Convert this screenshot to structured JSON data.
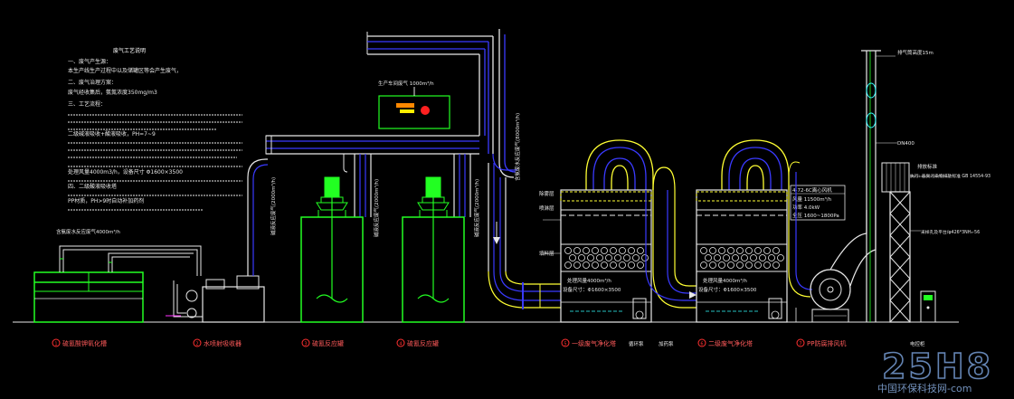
{
  "notes": {
    "title": "废气工艺说明",
    "lines": [
      "一、废气产生源：",
      "    本生产线生产过程中以及储罐区等会产生废气，",
      "二、废气治理方案：",
      "    废气经收集后，氨氮浓度350mg/m3",
      "三、工艺流程：",
      "    二级碱液吸收+酸液吸收，PH=7~9",
      "    处理风量4000m3/h，设备尺寸 Φ1600×3500",
      "四、二级酸液吸收塔",
      "    PP材质，PH>9时自动补加药剂"
    ]
  },
  "labels": {
    "high_concentration_gas": "含氨废水反应废气4000m³/h",
    "top_flow": "生产车间废气 1000m³/h",
    "vertical_pipe_a": "碱液反应废气(2000m³/h)",
    "vertical_pipe_b": "碱液反应废气(2000m³/h)",
    "vertical_main": "含氨废水反应废气(8000m³/h)",
    "tower1_air": "处理风量4000m³/h",
    "tower1_size": "设备尺寸：Φ1600×3500",
    "tower2_air": "处理风量4000m³/h",
    "tower2_size": "设备尺寸：Φ1600×3500",
    "fan_spec_title": "4-72-6C离心风机",
    "fan_spec_1": "风量 11500m³/h",
    "fan_spec_2": "功率 4.0kW",
    "fan_spec_3": "全压 1600~1800Pa",
    "stack_top": "排气筒高度15m",
    "stack_standard": "执行: 恶臭污染物排放标准 GB 14554-93",
    "stack_pipe": "DN400",
    "stack_mid": "排放标准",
    "stack_low": "采样孔及平台/φ426*3NH₃-56",
    "tower_side_1": "除雾层",
    "tower_side_2": "喷淋层",
    "tower_side_3": "填料层"
  },
  "legend": [
    {
      "num": "1",
      "text": "硫氰酸钾氧化槽"
    },
    {
      "num": "2",
      "text": "水喷射吸收器"
    },
    {
      "num": "3",
      "text": "硫氰反应罐"
    },
    {
      "num": "4",
      "text": "硫氰反应罐"
    },
    {
      "num": "5",
      "text": "一级废气净化塔"
    },
    {
      "num": "6",
      "text": "二级废气净化塔"
    },
    {
      "num": "7",
      "text": "PP防腐排风机"
    }
  ],
  "legend_extra": {
    "pump_a": "循环泵",
    "pump_b": "加药泵",
    "control": "电控柜"
  },
  "watermark": {
    "brand": "25H8",
    "site": "中国环保科技网-com"
  },
  "colors": {
    "pipe_white": "#e8e8e8",
    "pipe_blue": "#3a3aff",
    "equipment_green": "#22ff22",
    "tower_yellow": "#ffff33",
    "legend_red": "#ff3030",
    "cyan": "#33ffff",
    "magenta": "#ff33ff"
  }
}
